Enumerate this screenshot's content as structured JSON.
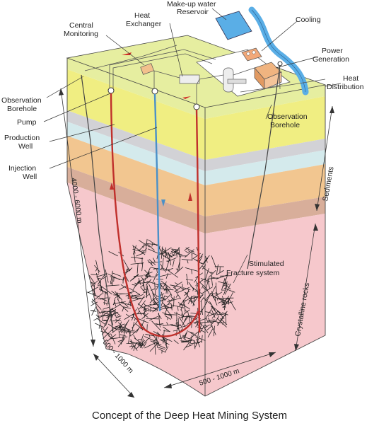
{
  "caption": "Concept of the Deep Heat Mining System",
  "colors": {
    "surface": "#e6eea0",
    "layer_yellow": "#f0ee82",
    "layer_grey": "#d2d2d6",
    "layer_blue": "#d4eaec",
    "layer_orange": "#f2c690",
    "layer_brown": "#d8ae9a",
    "basement": "#f6c8cc",
    "production_pipe": "#c0302c",
    "injection_pipe": "#4a90c8",
    "water": "#5aaee6"
  },
  "labels": {
    "makeup_water": [
      "Make-up water",
      "Reservoir"
    ],
    "heat_exchanger": [
      "Heat",
      "Exchanger"
    ],
    "central_monitoring": [
      "Central",
      "Monitoring"
    ],
    "cooling": "Cooling",
    "power_generation": [
      "Power",
      "Generation"
    ],
    "heat_distribution": [
      "Heat",
      "Distribution"
    ],
    "observation_borehole_left": [
      "Observation",
      "Borehole"
    ],
    "pump": "Pump",
    "production_well": [
      "Production",
      "Well"
    ],
    "injection_well": [
      "Injection",
      "Well"
    ],
    "observation_borehole_right": [
      "Observation",
      "Borehole"
    ],
    "fracture_system": [
      "Stimulated",
      "Fracture system"
    ],
    "sediments": "Sediments",
    "crystalline_rocks": "Crystalline rocks",
    "depth": "4000 - 6000 m",
    "width_left": "500 - 1000 m",
    "width_bottom": "500 - 1000 m"
  }
}
